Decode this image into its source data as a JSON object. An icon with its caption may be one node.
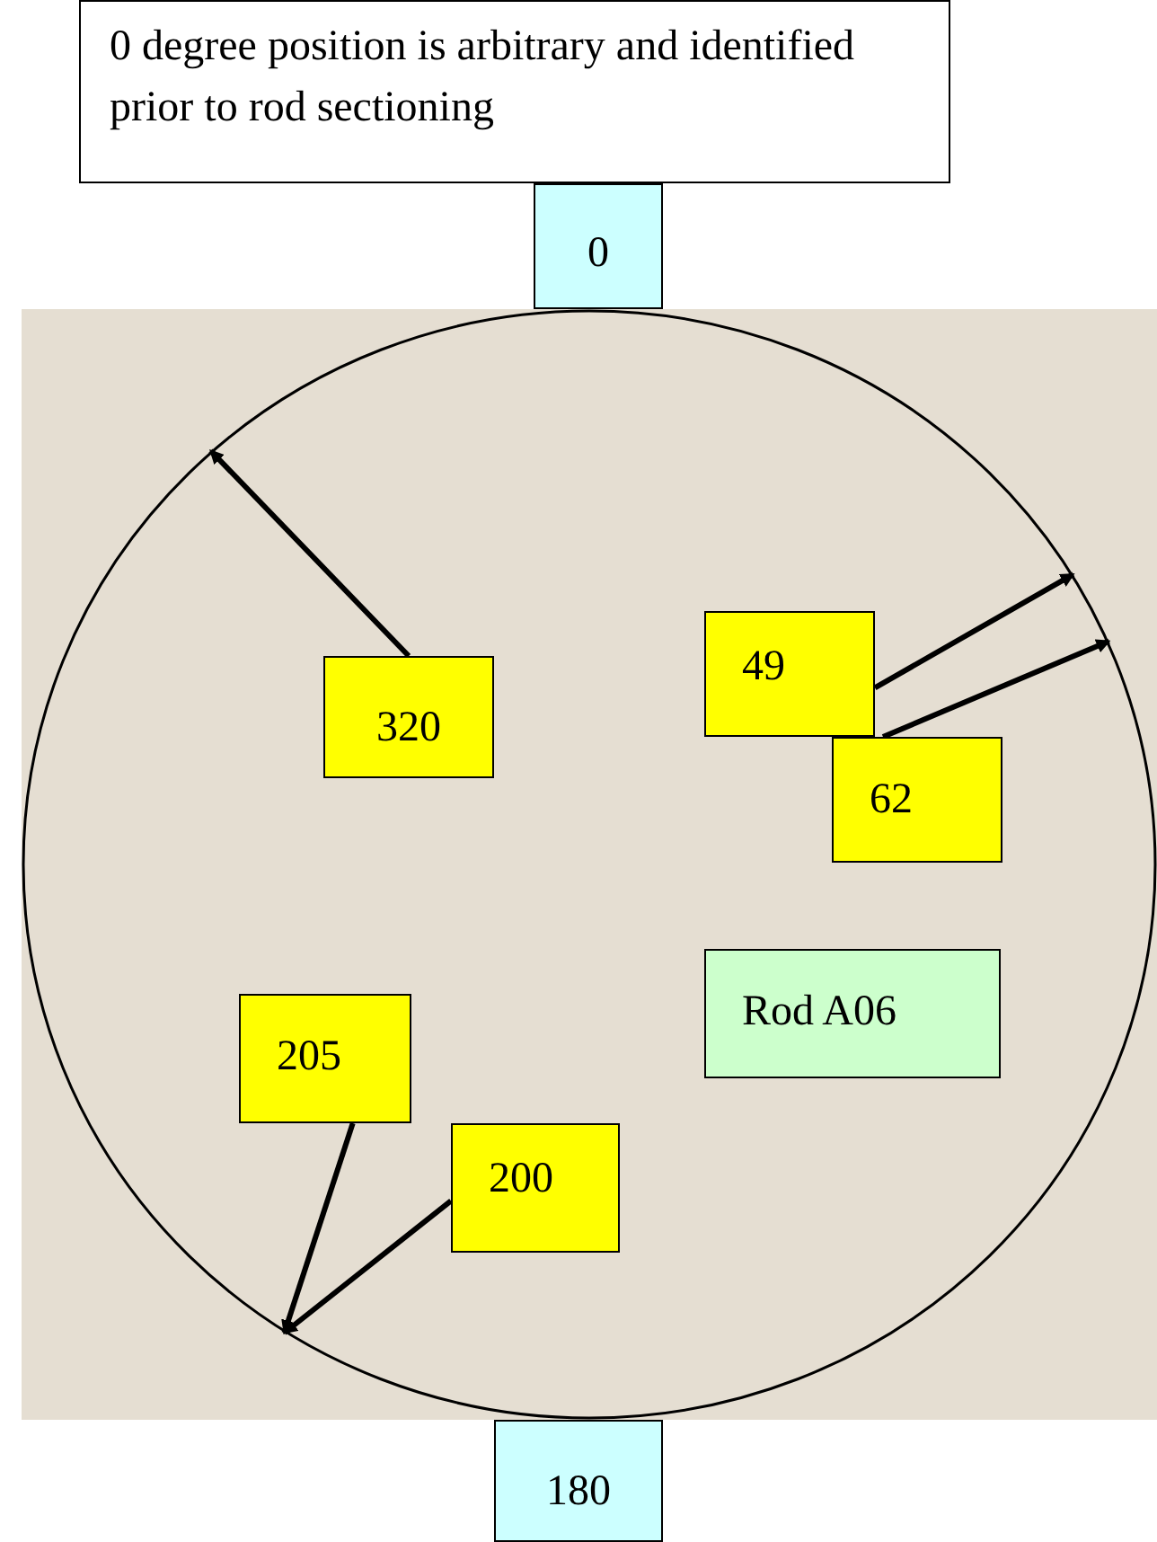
{
  "diagram": {
    "nodes": [
      {
        "text": [
          "0 degree position is arbitrary and identified prior to rod sectioning"
        ]
      },
      {
        "text": [
          "0"
        ]
      },
      {
        "text": [],
        "shape": "circle"
      },
      {
        "text": [
          "320"
        ],
        "in": 2
      },
      {
        "text": [
          "49"
        ],
        "in": 2
      },
      {
        "text": [
          "62"
        ],
        "in": 2
      },
      {
        "text": [
          "Rod A06"
        ],
        "in": 2
      },
      {
        "text": [
          "205"
        ],
        "in": 2
      },
      {
        "text": [
          "200"
        ],
        "in": 2
      },
      {
        "text": [
          "180"
        ]
      }
    ],
    "edges": [
      {
        "from": 3,
        "to": 2,
        "arrow": "to"
      },
      {
        "from": 4,
        "to": 2,
        "arrow": "to"
      },
      {
        "from": 5,
        "to": 2,
        "arrow": "to"
      },
      {
        "from": 7,
        "to": 2,
        "arrow": "to"
      },
      {
        "from": 8,
        "to": 2,
        "arrow": "to"
      }
    ]
  }
}
